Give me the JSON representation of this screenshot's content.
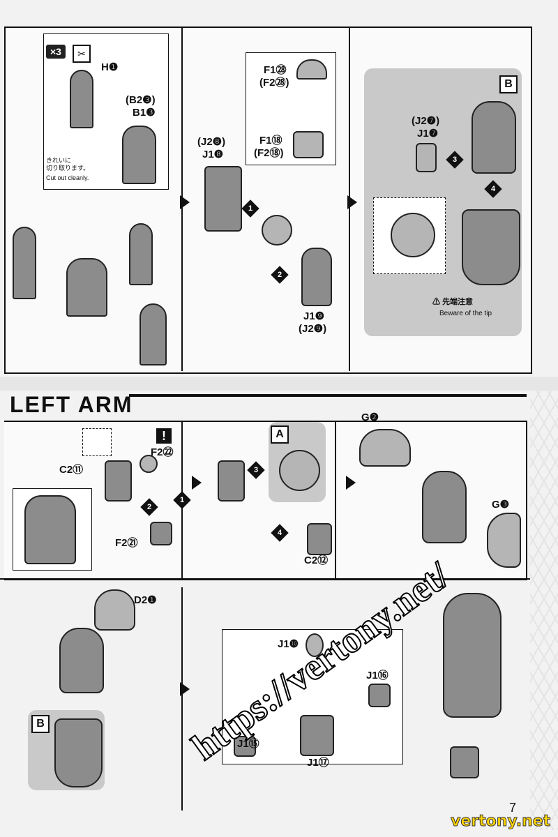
{
  "top_section": {
    "step1": {
      "multiplier": "×3",
      "parts": {
        "h": "H❶",
        "b2": "(B2❸)",
        "b1": "B1❸"
      },
      "note_jp": "きれいに\n切り取ります。",
      "note_en": "Cut out cleanly."
    },
    "step2": {
      "j2_top": "(J2❽)",
      "j1_top": "J1❽",
      "f1_cap": "F1㉘",
      "f2_cap": "(F2㉘)",
      "f1_ring": "F1⑱",
      "f2_ring": "(F2⑱)",
      "j1_bottom": "J1❾",
      "j2_bottom": "(J2❾)",
      "arrows": [
        "1",
        "2"
      ]
    },
    "step3": {
      "box_letter": "B",
      "j2": "(J2❼)",
      "j1": "J1❼",
      "arrows": [
        "3",
        "4"
      ],
      "caution_jp": "先端注意",
      "caution_en": "Beware of the tip"
    }
  },
  "left_arm": {
    "title": "LEFT ARM",
    "stepA": {
      "warning": "!",
      "f2_top": "F2㉒",
      "c2": "C2⑪",
      "f2_bottom": "F2㉑",
      "arrows": [
        "1",
        "2"
      ]
    },
    "stepB": {
      "box_letter": "A",
      "c2_bottom": "C2⑫",
      "arrows": [
        "3",
        "4"
      ]
    },
    "stepC": {
      "g2": "G❷",
      "g3": "G❸"
    }
  },
  "bottom_section": {
    "stepD": {
      "d2": "D2❶",
      "box_letter": "B"
    },
    "stepE": {
      "j1_10": "J1❿",
      "j1_16": "J1⑯",
      "j1_15": "J1⑮",
      "j1_17": "J1⑰"
    }
  },
  "watermark": "https://vertony.net/",
  "page_number": "7",
  "footer_brand": "vertony.net"
}
